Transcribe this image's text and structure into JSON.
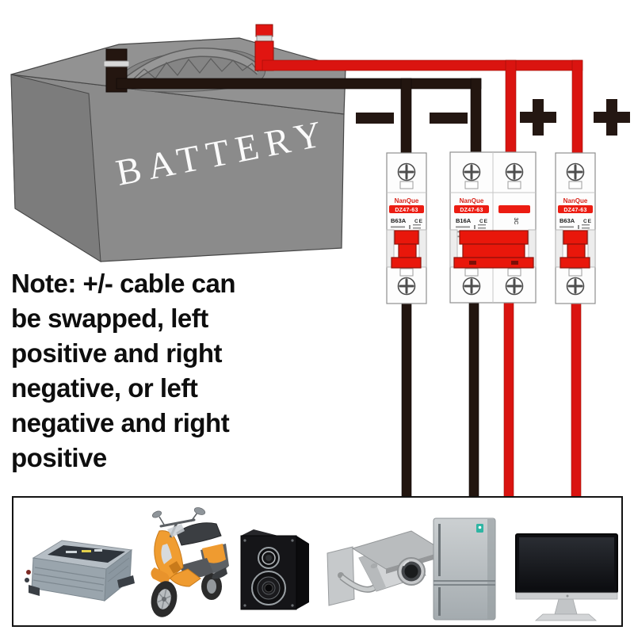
{
  "battery": {
    "label": "BATTERY"
  },
  "polarity": {
    "negative_symbol": "−",
    "positive_symbol": "+"
  },
  "note": {
    "lines": [
      "Note: +/- cable can",
      "be swapped, left",
      "positive and right",
      "negative, or left",
      "negative and right",
      "positive"
    ]
  },
  "breakers": [
    {
      "brand": "NanQue",
      "model": "DZ47-63",
      "rating": "B63A",
      "ce_mark": "CE",
      "poles": 1
    },
    {
      "brand": "NanQue",
      "model": "DZ47-63",
      "rating": "B16A",
      "ce_mark": "CE",
      "cert_mark": "3C",
      "poles": 2
    },
    {
      "brand": "NanQue",
      "model": "DZ47-63",
      "rating": "B63A",
      "ce_mark": "CE",
      "poles": 1
    }
  ],
  "appliances": {
    "items": [
      "power-inverter",
      "electric-scooter",
      "speaker",
      "cctv-camera",
      "refrigerator",
      "monitor"
    ]
  },
  "colors": {
    "wire_red": "#da1410",
    "wire_black": "#22150f",
    "breaker_toggle_red": "#e9170b",
    "battery_gray": "#8b8b8b",
    "fridge_logo_teal": "#2fb5a3"
  }
}
